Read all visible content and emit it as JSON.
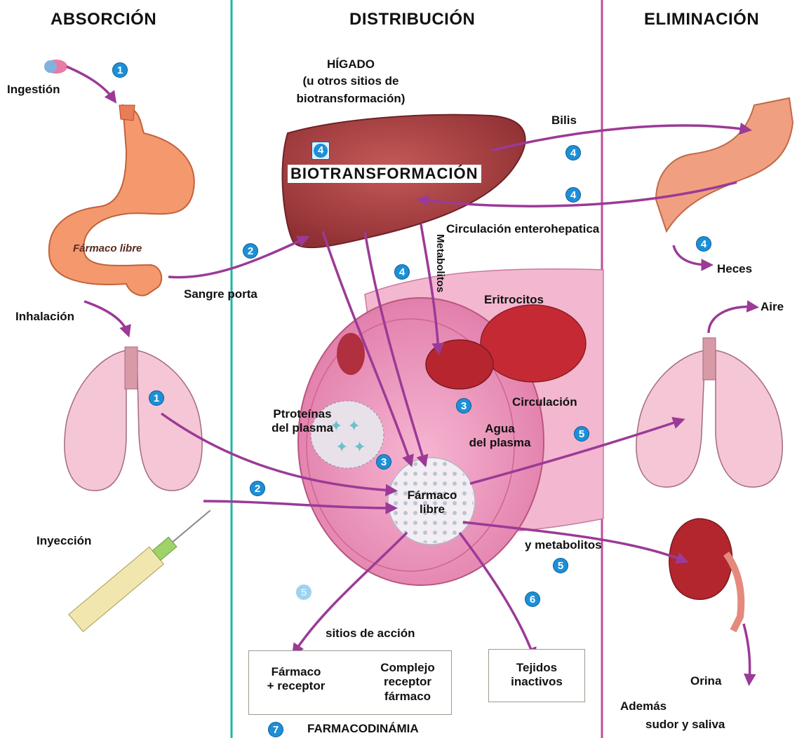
{
  "headers": {
    "absorcion": "ABSORCIÓN",
    "distribucion": "DISTRIBUCIÓN",
    "eliminacion": "ELIMINACIÓN"
  },
  "liver": {
    "title_line1": "HÍGADO",
    "title_line2": "(u otros sitios de",
    "title_line3": "biotransformación)",
    "process": "BIOTRANSFORMACIÓN"
  },
  "labels": {
    "ingestion": "Ingestión",
    "farmaco_libre_stomach": "Fármaco libre",
    "sangre_porta": "Sangre porta",
    "inhalacion": "Inhalación",
    "inyeccion": "Inyección",
    "bilis": "Bilis",
    "circulacion_enterohepatica": "Circulación enterohepatica",
    "heces": "Heces",
    "metabolitos_vertical": "Metabolitos",
    "eritrocitos": "Eritrocitos",
    "aire": "Aire",
    "circulacion": "Circulación",
    "proteinas_line1": "Ptroteínas",
    "proteinas_line2": "del plasma",
    "agua_line1": "Agua",
    "agua_line2": "del plasma",
    "farmaco_libre_line1": "Fármaco",
    "farmaco_libre_line2": "libre",
    "y_metabolitos": "y metabolitos",
    "sitios_de_accion": "sitios de acción",
    "orina": "Orina",
    "ademas": "Además",
    "sudor_y_saliva": "sudor y saliva",
    "farmacodinamia": "FARMACODINÁMIA"
  },
  "receptor_box": {
    "left_line1": "Fármaco",
    "left_line2": "+ receptor",
    "right_line1": "Complejo",
    "right_line2": "receptor",
    "right_line3": "fármaco"
  },
  "tejidos_box": {
    "line1": "Tejidos",
    "line2": "inactivos"
  },
  "badges": {
    "ingestion": "1",
    "inhalation": "1",
    "sangre_porta": "2",
    "injection": "2",
    "liver": "4",
    "bilis": "4",
    "enterohepatic": "4",
    "heces": "4",
    "metabolitos": "4",
    "proteinas": "3",
    "agua": "3",
    "lungs_out": "5",
    "kidney": "5",
    "sitios": "5",
    "tejidos": "6",
    "farmacodinamia": "7"
  },
  "colors": {
    "divider_left": "#1fb5a6",
    "divider_right": "#c04c9a",
    "arrow": "#9b3a97",
    "liver": "#a33a3a",
    "stomach": "#f2946a",
    "lungs": "#f4c3d3",
    "circulation": "#e27fae",
    "badge": "#1d8fd6"
  }
}
